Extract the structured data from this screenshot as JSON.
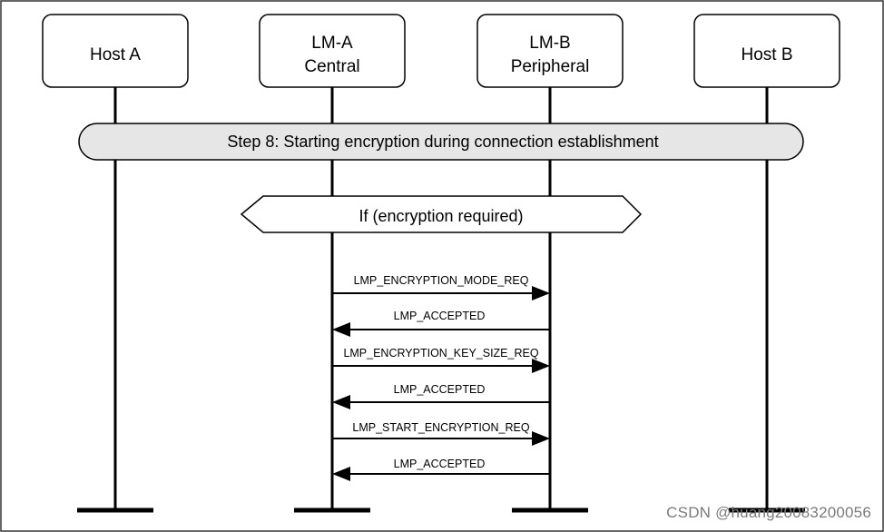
{
  "entities": [
    {
      "id": "host-a",
      "lines": [
        "Host A"
      ]
    },
    {
      "id": "lm-a",
      "lines": [
        "LM-A",
        "Central"
      ]
    },
    {
      "id": "lm-b",
      "lines": [
        "LM-B",
        "Peripheral"
      ]
    },
    {
      "id": "host-b",
      "lines": [
        "Host B"
      ]
    }
  ],
  "step_banner": "Step 8: Starting encryption during connection establishment",
  "condition": "If (encryption required)",
  "messages": [
    {
      "label": "LMP_ENCRYPTION_MODE_REQ",
      "from": "lm-a",
      "to": "lm-b"
    },
    {
      "label": "LMP_ACCEPTED",
      "from": "lm-b",
      "to": "lm-a"
    },
    {
      "label": "LMP_ENCRYPTION_KEY_SIZE_REQ",
      "from": "lm-a",
      "to": "lm-b"
    },
    {
      "label": "LMP_ACCEPTED",
      "from": "lm-b",
      "to": "lm-a"
    },
    {
      "label": "LMP_START_ENCRYPTION_REQ",
      "from": "lm-a",
      "to": "lm-b"
    },
    {
      "label": "LMP_ACCEPTED",
      "from": "lm-b",
      "to": "lm-a"
    }
  ],
  "watermark": "CSDN @huang20083200056"
}
